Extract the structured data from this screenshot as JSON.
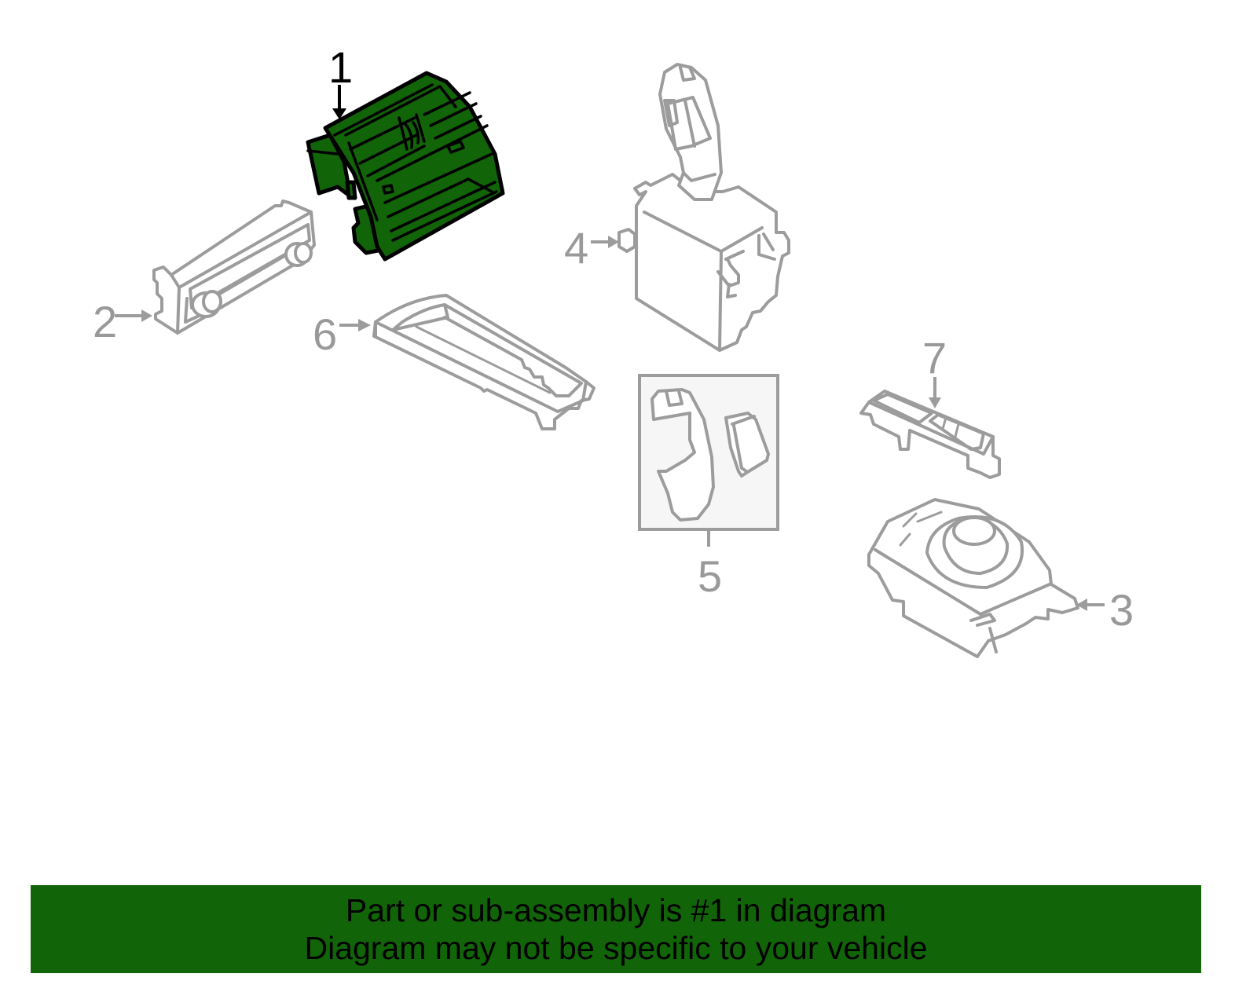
{
  "diagram": {
    "highlight_color": "#126408",
    "part_line_color": "#9c9c9c",
    "highlighted_part": "1",
    "callouts": [
      {
        "number": "1",
        "highlighted": true
      },
      {
        "number": "2",
        "highlighted": false
      },
      {
        "number": "3",
        "highlighted": false
      },
      {
        "number": "4",
        "highlighted": false
      },
      {
        "number": "5",
        "highlighted": false
      },
      {
        "number": "6",
        "highlighted": false
      },
      {
        "number": "7",
        "highlighted": false
      }
    ]
  },
  "banner": {
    "line1": "Part or sub-assembly is #1 in diagram",
    "line2": "Diagram may not be specific to your vehicle",
    "background": "#126408"
  }
}
